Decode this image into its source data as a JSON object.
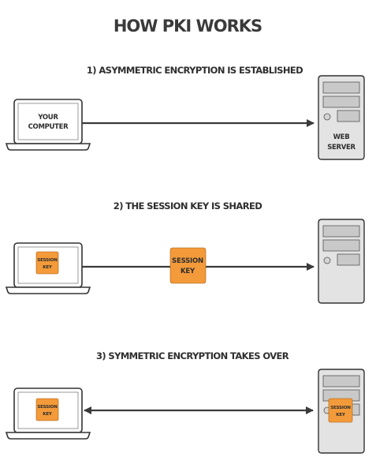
{
  "title": "HOW PKI WORKS",
  "steps": [
    {
      "label": "1) ASYMMETRIC ENCRYPTION IS ESTABLISHED",
      "computer_label": [
        "YOUR",
        "COMPUTER"
      ],
      "server_label": [
        "WEB",
        "SERVER"
      ],
      "arrow": "one-way"
    },
    {
      "label": "2) THE SESSION KEY IS SHARED",
      "computer_key": [
        "SESSION",
        "KEY"
      ],
      "transit_key": [
        "SESSION",
        "KEY"
      ],
      "arrow": "one-way"
    },
    {
      "label": "3) SYMMETRIC ENCRYPTION TAKES OVER",
      "computer_key": [
        "SESSION",
        "KEY"
      ],
      "server_key": [
        "SESSION",
        "KEY"
      ],
      "arrow": "two-way"
    }
  ],
  "colors": {
    "accent_key": "#f39a3a",
    "line": "#3a3a3a",
    "server_body": "#e3e3e3",
    "server_bay": "#c9c9c9"
  }
}
